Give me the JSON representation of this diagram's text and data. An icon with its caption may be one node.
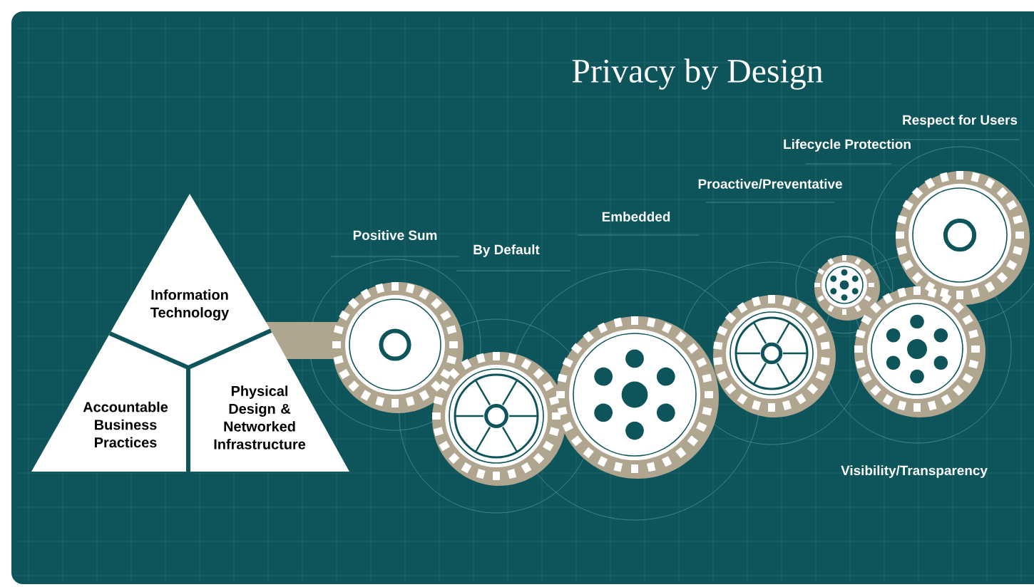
{
  "diagram": {
    "title": "Privacy by Design",
    "nodes": [
      {
        "text": [
          "Information Technology"
        ]
      },
      {
        "text": [
          "Accountable Business Practices"
        ]
      },
      {
        "text": [
          "Physical Design & Networked Infrastructure"
        ]
      }
    ],
    "labels": [
      "Respect for Users",
      "Lifecycle Protection",
      "Proactive/Preventative",
      "Embedded",
      "Positive Sum",
      "By Default",
      "Visibility/Transparency"
    ]
  }
}
